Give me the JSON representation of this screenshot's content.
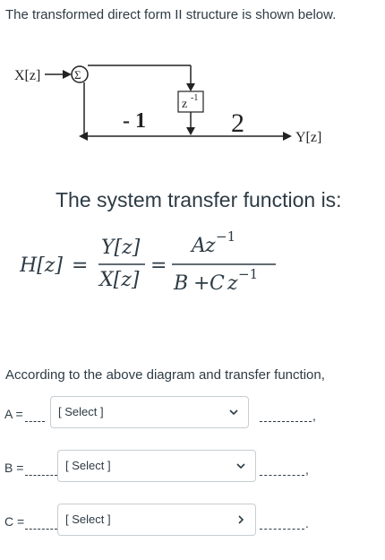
{
  "question": {
    "intro": "The transformed direct form II structure is shown below.",
    "diagram": {
      "input_label": "X[z]",
      "sum_symbol": "Σ",
      "gain_feedback": "- 1",
      "delay_label": "z",
      "delay_exponent": "-1",
      "gain_forward": "2",
      "output_label": "Y[z]"
    },
    "transfer_function_title": "The system transfer function is:",
    "equation": {
      "lhs": "H[z]",
      "eq1": "=",
      "ratio_num": "Y[z]",
      "ratio_den": "X[z]",
      "eq2": "=",
      "num_coef": "A",
      "num_var": "z",
      "num_exp": "−1",
      "den_b": "B",
      "den_plus": "+",
      "den_c": "C",
      "den_var": "z",
      "den_exp": "−1"
    },
    "context": "According to the above diagram and transfer function,",
    "blanks": [
      {
        "label": "A =",
        "placeholder": "[ Select ]",
        "end": ","
      },
      {
        "label": "B =",
        "placeholder": "[ Select ]",
        "end": ","
      },
      {
        "label": "C =",
        "placeholder": "[ Select ]",
        "end": "."
      }
    ]
  }
}
